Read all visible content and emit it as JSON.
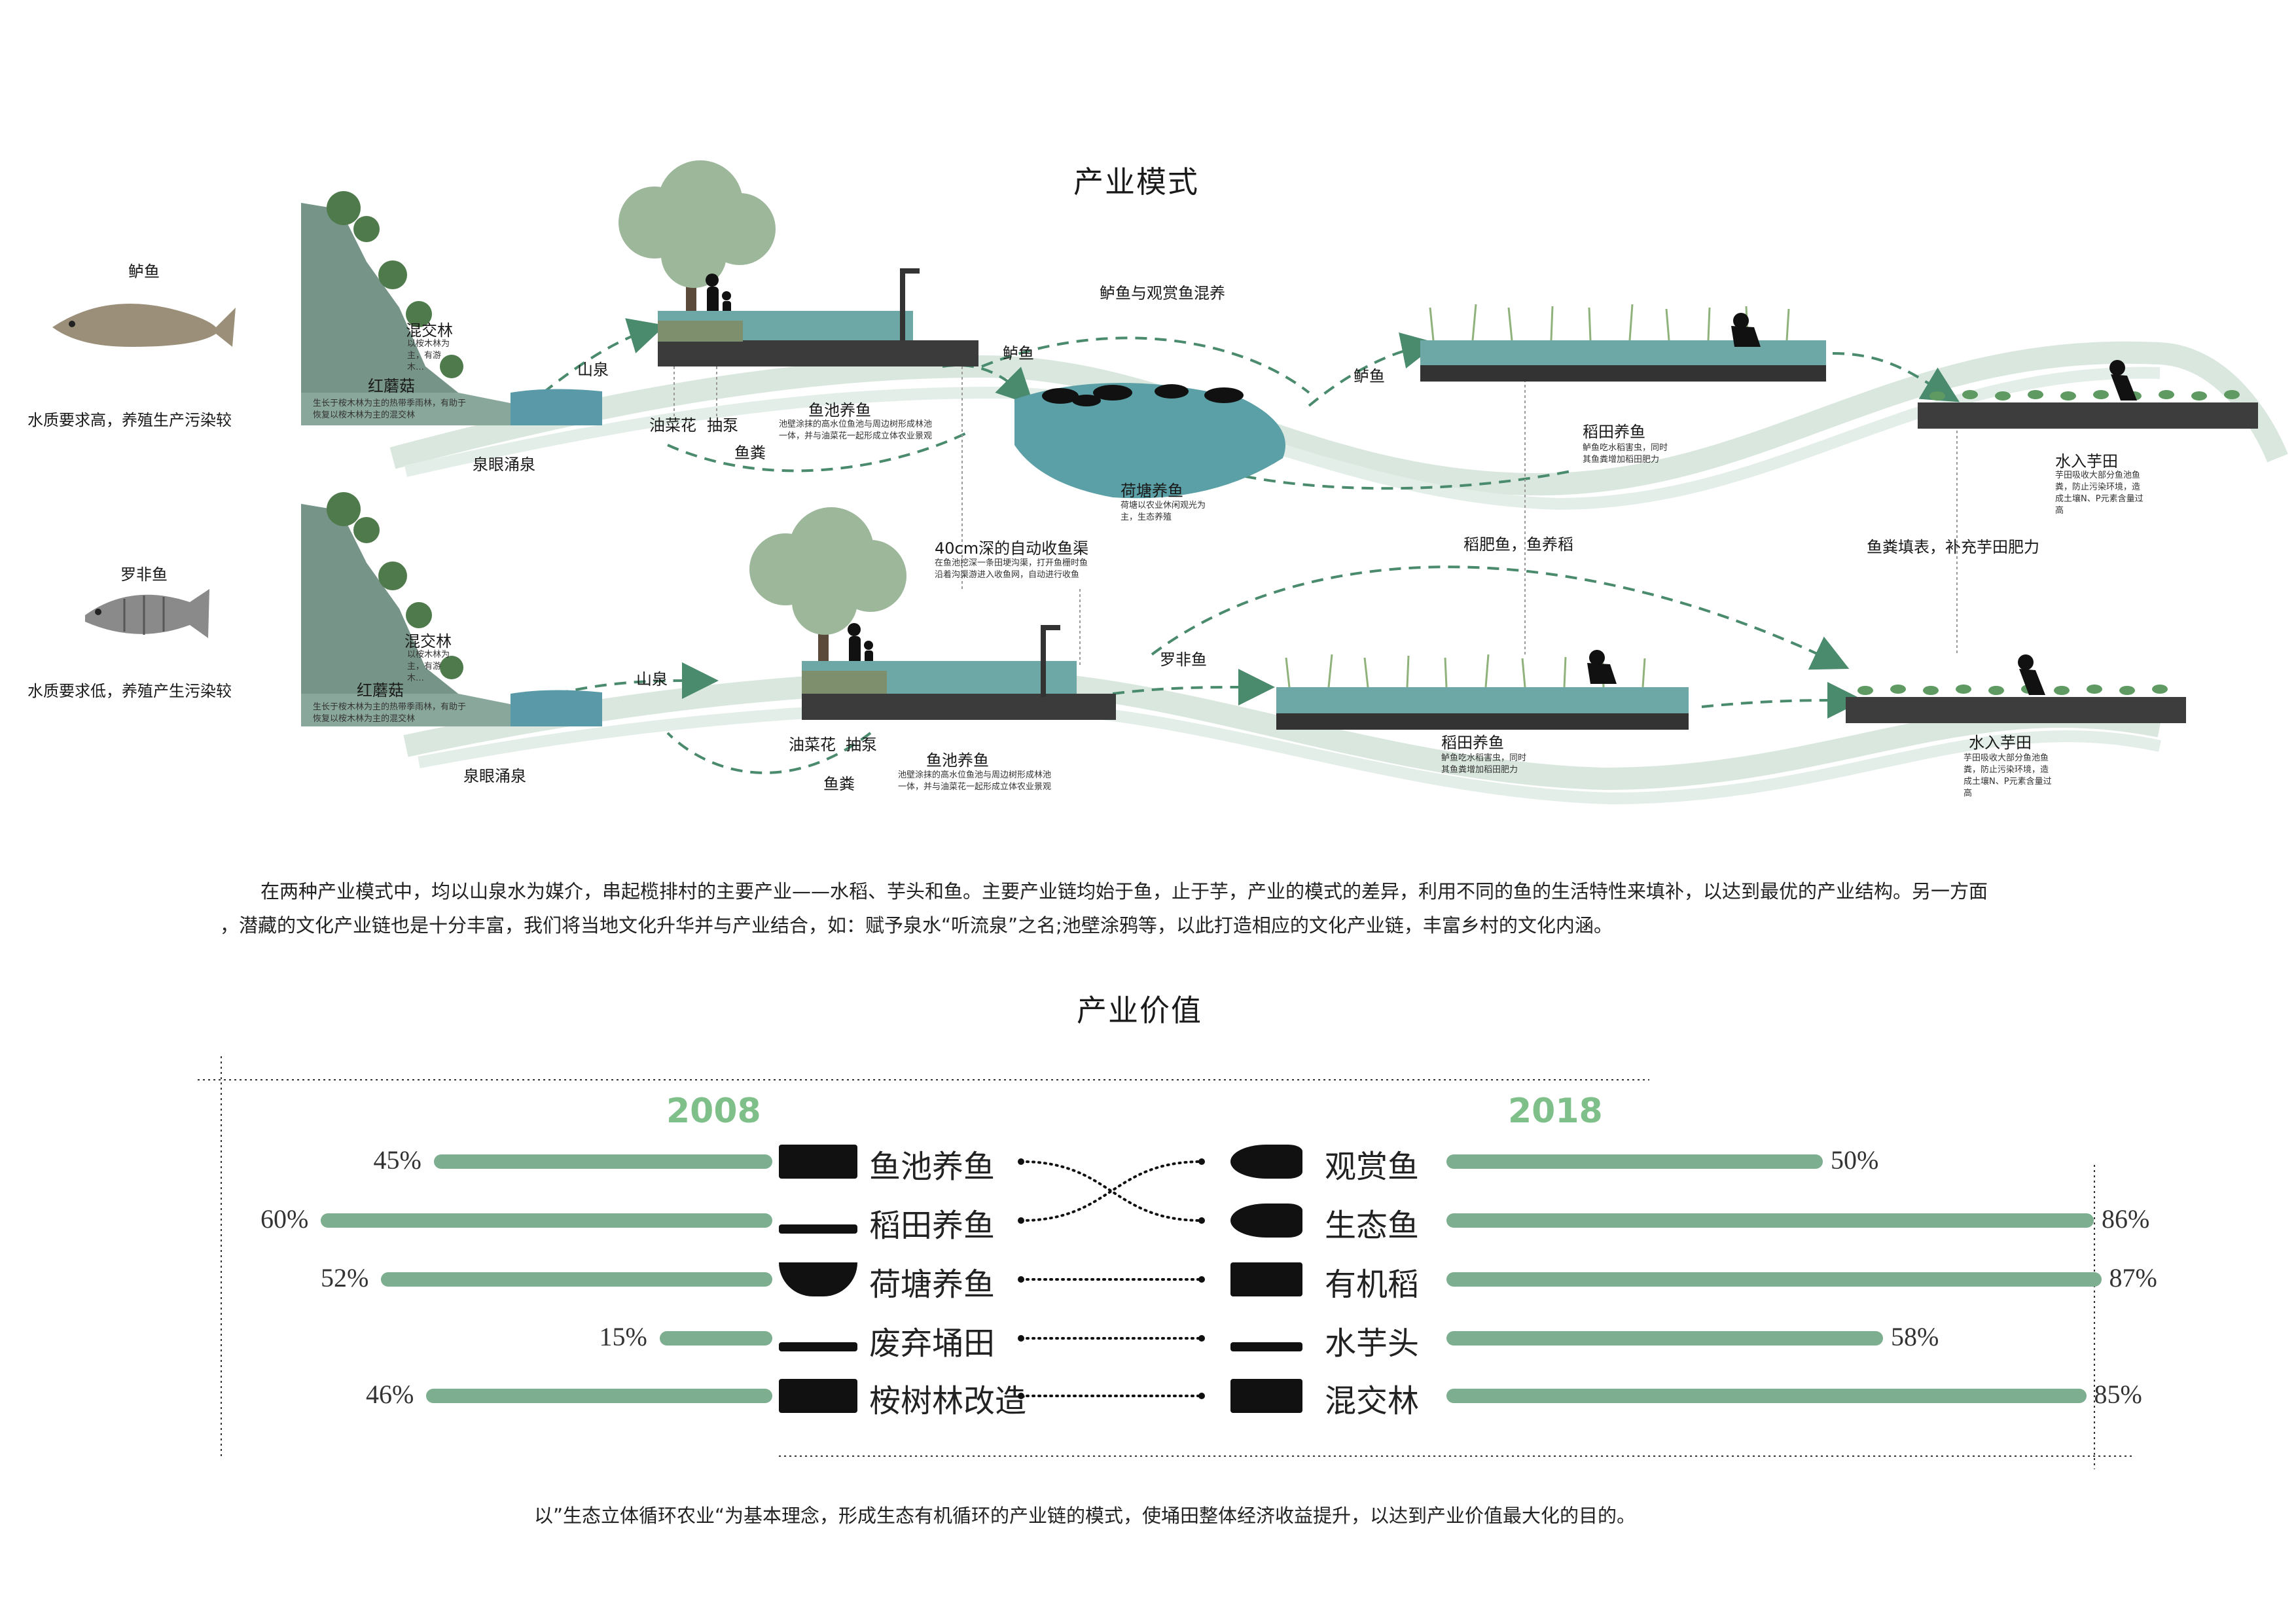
{
  "section1": {
    "title": "产业模式",
    "modelA": {
      "fish_name": "鲈鱼",
      "fish_note": "水质要求高，养殖生产污染较",
      "forest_label": "混交林",
      "forest_small": "以桉木林为主，有游木…",
      "mushroom_label": "红蘑菇",
      "mushroom_small": "生长于桉木林为主的热带季雨林，有助于恢复以桉木林为主的混交林",
      "mountain_spring": "山泉",
      "spring_outlet": "泉眼涌泉",
      "rapeseed": "油菜花",
      "pump": "抽泵",
      "fish_manure": "鱼粪",
      "fishpond": "鱼池养鱼",
      "fishpond_small": "池壁涂抹的高水位鱼池与周边树形成林池一体，并与油菜花一起形成立体农业景观",
      "arrow_to_lotus": "鲈鱼",
      "mixed_label": "鲈鱼与观赏鱼混养",
      "lotus": "荷塘养鱼",
      "lotus_small": "荷塘以农业休闲观光为主，生态养殖",
      "arrow_to_paddy": "鲈鱼",
      "paddy": "稻田养鱼",
      "paddy_small": "鲈鱼吃水稻害虫，同时其鱼粪增加稻田肥力",
      "taro": "水入芋田",
      "taro_small": "芋田吸收大部分鱼池鱼粪，防止污染环境，造成土壤N、P元素含量过高"
    },
    "modelB": {
      "fish_name": "罗非鱼",
      "fish_note": "水质要求低，养殖产生污染较",
      "forest_label": "混交林",
      "forest_small": "以桉木林为主，有游木…",
      "mushroom_label": "红蘑菇",
      "mushroom_small": "生长于桉木林为主的热带季雨林，有助于恢复以桉木林为主的混交林",
      "mountain_spring": "山泉",
      "spring_outlet": "泉眼涌泉",
      "rapeseed": "油菜花",
      "pump": "抽泵",
      "fish_manure": "鱼粪",
      "fishpond": "鱼池养鱼",
      "fishpond_small": "池壁涂抹的高水位鱼池与周边树形成林池一体，并与油菜花一起形成立体农业景观",
      "channel": "40cm深的自动收鱼渠",
      "channel_small": "在鱼池挖深一条田埂沟渠，打开鱼栅时鱼沿着沟渠游进入收鱼网，自动进行收鱼",
      "arrow_to_paddy": "罗非鱼",
      "rice_fish": "稻肥鱼，鱼养稻",
      "paddy": "稻田养鱼",
      "paddy_small": "鲈鱼吃水稻害虫，同时其鱼粪增加稻田肥力",
      "manure_fill": "鱼粪填表，补充芋田肥力",
      "taro": "水入芋田",
      "taro_small": "芋田吸收大部分鱼池鱼粪，防止污染环境，造成土壤N、P元素含量过高"
    },
    "paragraph_1": "在两种产业模式中，均以山泉水为媒介，串起榄排村的主要产业——水稻、芋头和鱼。主要产业链均始于鱼，止于芋，产业的模式的差异，利用不同的鱼的生活特性来填补，以达到最优的产业结构。另一方面",
    "paragraph_2": "，潜藏的文化产业链也是十分丰富，我们将当地文化升华并与产业结合，如：赋予泉水“听流泉”之名;池壁涂鸦等，以此打造相应的文化产业链，丰富乡村的文化内涵。"
  },
  "section2": {
    "title": "产业价值",
    "year_left": "2008",
    "year_right": "2018",
    "footer": "以”生态立体循环农业“为基本理念，形成生态有机循环的产业链的模式，使埇田整体经济收益提升，以达到产业价值最大化的目的。"
  },
  "chart_data": {
    "type": "bar",
    "series": [
      {
        "name": "2008",
        "categories": [
          "鱼池养鱼",
          "稻田养鱼",
          "荷塘养鱼",
          "废弃埇田",
          "桉树林改造"
        ],
        "values": [
          45,
          60,
          52,
          15,
          46
        ],
        "labels": [
          "45%",
          "60%",
          "52%",
          "15%",
          "46%"
        ]
      },
      {
        "name": "2018",
        "categories": [
          "观赏鱼",
          "生态鱼",
          "有机稻",
          "水芋头",
          "混交林"
        ],
        "values": [
          50,
          86,
          87,
          58,
          85
        ],
        "labels": [
          "50%",
          "86%",
          "87%",
          "58%",
          "85%"
        ]
      }
    ],
    "links": [
      [
        0,
        1
      ],
      [
        1,
        0
      ],
      [
        2,
        2
      ],
      [
        3,
        3
      ],
      [
        4,
        4
      ]
    ],
    "unit": "%",
    "colors": {
      "bar": "#7cae8f",
      "year": "#7fbf8a"
    }
  }
}
